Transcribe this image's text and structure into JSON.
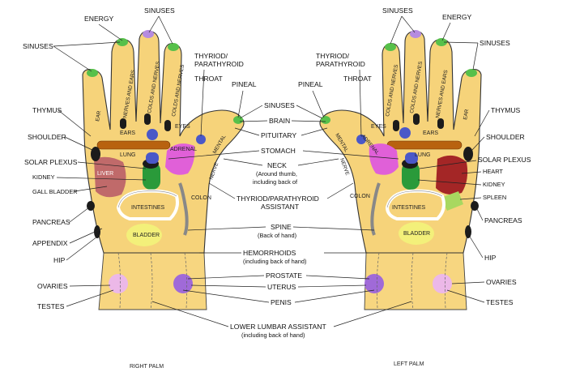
{
  "right_hand": {
    "caption": "RIGHT PALM",
    "labels": {
      "energy": "ENERGY",
      "sinuses_top": "SINUSES",
      "sinuses_left": "SINUSES",
      "thymus": "THYMUS",
      "shoulder": "SHOULDER",
      "solar_plexus": "SOLAR PLEXUS",
      "kidney": "KIDNEY",
      "gall_bladder": "GALL BLADDER",
      "pancreas": "PANCREAS",
      "appendix": "APPENDIX",
      "hip": "HIP",
      "ovaries": "OVARIES",
      "testes": "TESTES",
      "thyroid": "THYRIOD/\nPARATHYROID",
      "throat": "THROAT",
      "pineal": "PINEAL"
    },
    "inner": {
      "ear": "EAR",
      "nerves_and_ears": "NERVES AND EARS",
      "colds_and_nerves_1": "COLDS AND NERVES",
      "colds_and_nerves_2": "COLDS AND NERVES",
      "ears": "EARS",
      "eyes": "EYES",
      "lung": "LUNG",
      "adrenal": "ADRENAL",
      "liver": "LIVER",
      "mental": "MENTAL",
      "nerve": "NERVE",
      "colon": "COLON",
      "intestines": "INTESTINES",
      "bladder": "BLADDER"
    }
  },
  "left_hand": {
    "caption": "LEFT PALM",
    "labels": {
      "sinuses_top": "SINUSES",
      "energy": "ENERGY",
      "sinuses_right": "SINUSES",
      "thyroid": "THYRIOD/\nPARATHYROID",
      "throat": "THROAT",
      "pineal": "PINEAL",
      "thymus": "THYMUS",
      "shoulder": "SHOULDER",
      "solar_plexus": "SOLAR PLEXUS",
      "heart": "HEART",
      "kidney": "KIDNEY",
      "spleen": "SPLEEN",
      "pancreas": "PANCREAS",
      "hip": "HIP",
      "ovaries": "OVARIES",
      "testes": "TESTES"
    },
    "inner": {
      "colds_and_nerves_1": "COLDS AND NERVES",
      "colds_and_nerves_2": "COLDS AND NERVES",
      "nerves_and_ears": "NERVES AND EARS",
      "ear": "EAR",
      "eyes": "EYES",
      "ears": "EARS",
      "adrenal": "ADRENAL",
      "lung": "LUNG",
      "mental": "MENTAL",
      "nerve": "NERVE",
      "colon": "COLON",
      "intestines": "INTESTINES",
      "bladder": "BLADDER"
    }
  },
  "center_labels": {
    "sinuses": "SINUSES",
    "brain": "BRAIN",
    "pituitary": "PITUITARY",
    "stomach": "STOMACH",
    "neck": "NECK",
    "neck_sub1": "(Around thumb,",
    "neck_sub2": "including back of",
    "thyroid_assist1": "THYRIOD/PARATHYROID",
    "thyroid_assist2": "ASSISTANT",
    "spine": "SPINE",
    "spine_sub": "(Back of hand)",
    "hemorrhoids": "HEMORRHOIDS",
    "hemorrhoids_sub": "(including back of  hand)",
    "prostate": "PROSTATE",
    "uterus": "UTERUS",
    "penis": "PENIS",
    "lumbar": "LOWER LUMBAR ASSISTANT",
    "lumbar_sub": "(including back of  hand)"
  },
  "colors": {
    "skin": "#f6d37a",
    "finger_tip": "#57c04a",
    "sinus_tip": "#b58be0",
    "blue_point": "#4a58c8",
    "lung_bar": "#b8620f",
    "adrenal": "#e060d8",
    "liver": "#c06a6a",
    "heart": "#a42626",
    "kidney": "#2a9a3a",
    "ovary": "#ecb8e8",
    "uterus": "#a06ad8",
    "dark": "#1b1b1b",
    "bladder": "#f3f07a",
    "spleen": "#a8d860"
  }
}
